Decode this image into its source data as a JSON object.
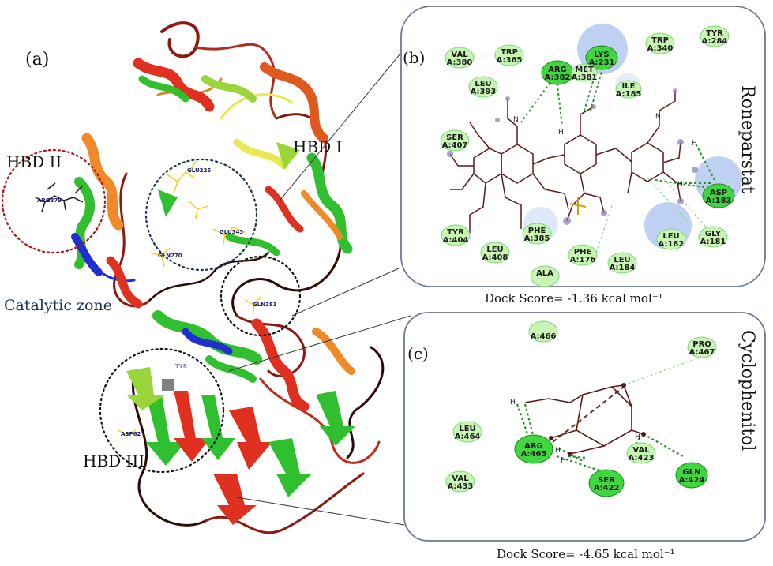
{
  "panel_a": {
    "label": "(a)",
    "hbd_ii": "HBD II",
    "hbd_i": "HBD I",
    "hbd_iii": "HBD III",
    "catalytic_zone": "Catalytic zone",
    "residue_tags": [
      "ARG379",
      "GLU225",
      "GLU343",
      "GLN270",
      "GLN383",
      "ASP62",
      "TYR"
    ]
  },
  "panel_b": {
    "label": "(b)",
    "compound": "Roneparstat",
    "dock_score": "Dock Score= -1.36 kcal mol⁻¹",
    "residues": [
      {
        "name": "VAL",
        "id": "A:380"
      },
      {
        "name": "TRP",
        "id": "A:365"
      },
      {
        "name": "ARG",
        "id": "A:382"
      },
      {
        "name": "LYS",
        "id": "A:231"
      },
      {
        "name": "TRP",
        "id": "A:340"
      },
      {
        "name": "TYR",
        "id": "A:284"
      },
      {
        "name": "LEU",
        "id": "A:393"
      },
      {
        "name": "MET",
        "id": "A:381"
      },
      {
        "name": "ILE",
        "id": "A:185"
      },
      {
        "name": "SER",
        "id": "A:407"
      },
      {
        "name": "ASP",
        "id": "A:183"
      },
      {
        "name": "TYR",
        "id": "A:404"
      },
      {
        "name": "PHE",
        "id": "A:385"
      },
      {
        "name": "LEU",
        "id": "A:408"
      },
      {
        "name": "PHE",
        "id": "A:176"
      },
      {
        "name": "LEU",
        "id": "A:184"
      },
      {
        "name": "LEU",
        "id": "A:182"
      },
      {
        "name": "GLY",
        "id": "A:181"
      },
      {
        "name": "ALA",
        "id": ""
      }
    ],
    "atoms": {
      "h": "H",
      "n": "N"
    }
  },
  "panel_c": {
    "label": "(c)",
    "compound": "Cyclophenitol",
    "dock_score": "Dock Score= -4.65 kcal mol⁻¹",
    "residues": [
      {
        "name": "",
        "id": "A:466"
      },
      {
        "name": "PRO",
        "id": "A:467"
      },
      {
        "name": "LEU",
        "id": "A:464"
      },
      {
        "name": "ARG",
        "id": "A:465"
      },
      {
        "name": "VAL",
        "id": "A:423"
      },
      {
        "name": "GLN",
        "id": "A:424"
      },
      {
        "name": "SER",
        "id": "A:422"
      },
      {
        "name": "VAL",
        "id": "A:433"
      }
    ],
    "atoms": {
      "h": "H"
    }
  },
  "colors": {
    "residue_light": "#c9f5b4",
    "residue_green": "#3fd63f",
    "residue_dark": "#1ea51e",
    "hbond": "#2f8f2f",
    "pi_contact": "#90e090",
    "solvent_blue": "#a9c2ef",
    "helix_red": "#e03020",
    "helix_green": "#2fbf2f",
    "helix_orange": "#f08a28",
    "helix_blue": "#1f2fd0"
  }
}
